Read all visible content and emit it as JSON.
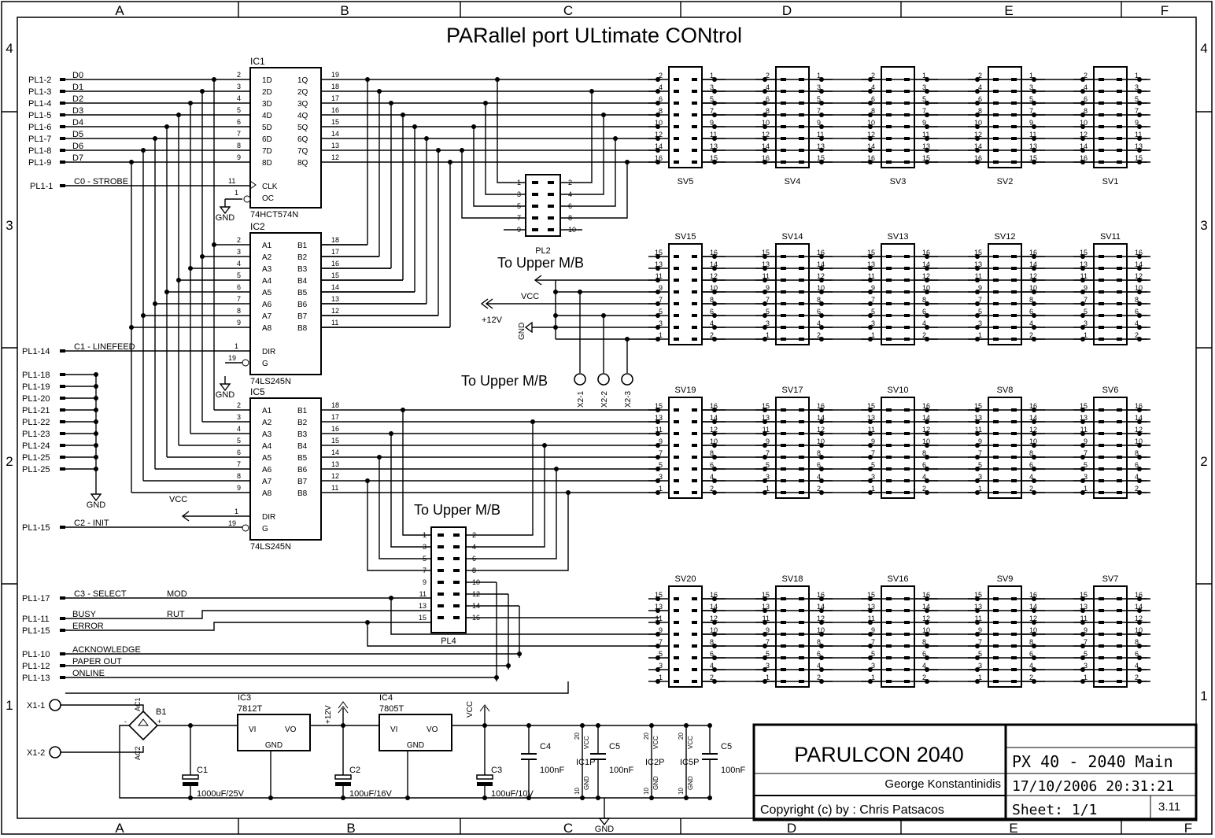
{
  "title": "PARallel port ULtimate CONtrol",
  "border": {
    "cols": [
      "A",
      "B",
      "C",
      "D",
      "E",
      "F"
    ],
    "rows": [
      "4",
      "3",
      "2",
      "1"
    ]
  },
  "ic1": {
    "ref": "IC1",
    "part": "74HCT574N",
    "left_pins": [
      "1D",
      "2D",
      "3D",
      "4D",
      "5D",
      "6D",
      "7D",
      "8D"
    ],
    "right_pins": [
      "1Q",
      "2Q",
      "3Q",
      "4Q",
      "5Q",
      "6Q",
      "7Q",
      "8Q"
    ],
    "left_nums": [
      "2",
      "3",
      "4",
      "5",
      "6",
      "7",
      "8",
      "9"
    ],
    "right_nums": [
      "19",
      "18",
      "17",
      "16",
      "15",
      "14",
      "13",
      "12"
    ],
    "clk": "CLK",
    "oc": "OC",
    "clk_num": "11",
    "oc_num": "1"
  },
  "ic2": {
    "ref": "IC2",
    "part": "74LS245N",
    "left_pins": [
      "A1",
      "A2",
      "A3",
      "A4",
      "A5",
      "A6",
      "A7",
      "A8"
    ],
    "right_pins": [
      "B1",
      "B2",
      "B3",
      "B4",
      "B5",
      "B6",
      "B7",
      "B8"
    ],
    "left_nums": [
      "2",
      "3",
      "4",
      "5",
      "6",
      "7",
      "8",
      "9"
    ],
    "right_nums": [
      "18",
      "17",
      "16",
      "15",
      "14",
      "13",
      "12",
      "11"
    ],
    "dir": "DIR",
    "g": "G",
    "dir_num": "1",
    "g_num": "19"
  },
  "ic5": {
    "ref": "IC5",
    "part": "74LS245N",
    "left_pins": [
      "A1",
      "A2",
      "A3",
      "A4",
      "A5",
      "A6",
      "A7",
      "A8"
    ],
    "right_pins": [
      "B1",
      "B2",
      "B3",
      "B4",
      "B5",
      "B6",
      "B7",
      "B8"
    ],
    "left_nums": [
      "2",
      "3",
      "4",
      "5",
      "6",
      "7",
      "8",
      "9"
    ],
    "right_nums": [
      "18",
      "17",
      "16",
      "15",
      "14",
      "13",
      "12",
      "11"
    ],
    "dir": "DIR",
    "g": "G",
    "dir_num": "1",
    "g_num": "19"
  },
  "data_inputs": {
    "pl": [
      "PL1-2",
      "PL1-3",
      "PL1-4",
      "PL1-5",
      "PL1-6",
      "PL1-7",
      "PL1-8",
      "PL1-9"
    ],
    "names": [
      "D0",
      "D1",
      "D2",
      "D3",
      "D4",
      "D5",
      "D6",
      "D7"
    ]
  },
  "control_inputs": [
    {
      "pl": "PL1-1",
      "name": "C0 - STROBE"
    },
    {
      "pl": "PL1-14",
      "name": "C1 - LINEFEED"
    },
    {
      "pl": "PL1-15",
      "name": "C2 - INIT"
    },
    {
      "pl": "PL1-17",
      "name": "C3 - SELECT",
      "extra": "MOD"
    }
  ],
  "gnd_pins": [
    "PL1-18",
    "PL1-19",
    "PL1-20",
    "PL1-21",
    "PL1-22",
    "PL1-23",
    "PL1-24",
    "PL1-25",
    "PL1-25"
  ],
  "status_inputs": [
    {
      "pl": "PL1-11",
      "name": "BUSY",
      "extra": "RUT"
    },
    {
      "pl": "PL1-15",
      "name": "ERROR"
    },
    {
      "pl": "PL1-10",
      "name": "ACKNOWLEDGE"
    },
    {
      "pl": "PL1-12",
      "name": "PAPER OUT"
    },
    {
      "pl": "PL1-13",
      "name": "ONLINE"
    }
  ],
  "headers_row1": [
    "SV5",
    "SV4",
    "SV3",
    "SV2",
    "SV1"
  ],
  "headers_row2": [
    "SV15",
    "SV14",
    "SV13",
    "SV12",
    "SV11"
  ],
  "headers_row3": [
    "SV19",
    "SV17",
    "SV10",
    "SV8",
    "SV6"
  ],
  "headers_row4": [
    "SV20",
    "SV18",
    "SV16",
    "SV9",
    "SV7"
  ],
  "pins_row1_left": [
    "2",
    "4",
    "6",
    "8",
    "10",
    "12",
    "14",
    "16"
  ],
  "pins_row1_right": [
    "1",
    "3",
    "5",
    "7",
    "9",
    "11",
    "13",
    "15"
  ],
  "pins_other_left": [
    "15",
    "13",
    "11",
    "9",
    "7",
    "5",
    "3",
    "1"
  ],
  "pins_other_right": [
    "16",
    "14",
    "12",
    "10",
    "8",
    "6",
    "4",
    "2"
  ],
  "pl2": {
    "ref": "PL2",
    "left": [
      "1",
      "3",
      "5",
      "7",
      "9"
    ],
    "right": [
      "2",
      "4",
      "6",
      "8",
      "10"
    ]
  },
  "pl4": {
    "ref": "PL4",
    "left": [
      "1",
      "3",
      "5",
      "7",
      "9",
      "11",
      "13",
      "15"
    ],
    "right": [
      "2",
      "4",
      "6",
      "8",
      "10",
      "12",
      "14",
      "16"
    ]
  },
  "labels": {
    "gnd": "GND",
    "vcc": "VCC",
    "p12": "+12V",
    "to_upper": "To Upper M/B",
    "x2": [
      "X2-1",
      "X2-2",
      "X2-3"
    ],
    "x1": [
      "X1-1",
      "X1-2"
    ]
  },
  "power": {
    "b1": "B1",
    "ac1": "AC1",
    "ac2": "AC2",
    "ic3": "IC3",
    "ic3_part": "7812T",
    "ic4": "IC4",
    "ic4_part": "7805T",
    "vi": "VI",
    "vo": "VO",
    "reg_gnd": "GND",
    "c1": "C1",
    "c1_val": "1000uF/25V",
    "c2": "C2",
    "c2_val": "100uF/16V",
    "c3": "C3",
    "c3_val": "100uF/10V",
    "c4": "C4",
    "c4_val": "100nF",
    "c5a": "C5",
    "c5a_val": "100nF",
    "c5b": "C5",
    "c5b_val": "100nF",
    "ic1p": "IC1P",
    "ic2p": "IC2P",
    "ic5p": "IC5P",
    "pin20": "20",
    "pin10": "10",
    "vcc": "VCC",
    "gnd": "GND"
  },
  "title_block": {
    "name": "PARULCON 2040",
    "author": "George Konstantinidis",
    "copyright": "Copyright (c) by : Chris Patsacos",
    "file": "PX 40 - 2040 Main",
    "date": "17/10/2006 20:31:21",
    "sheet": "Sheet: 1/1",
    "rev": "3.11"
  }
}
